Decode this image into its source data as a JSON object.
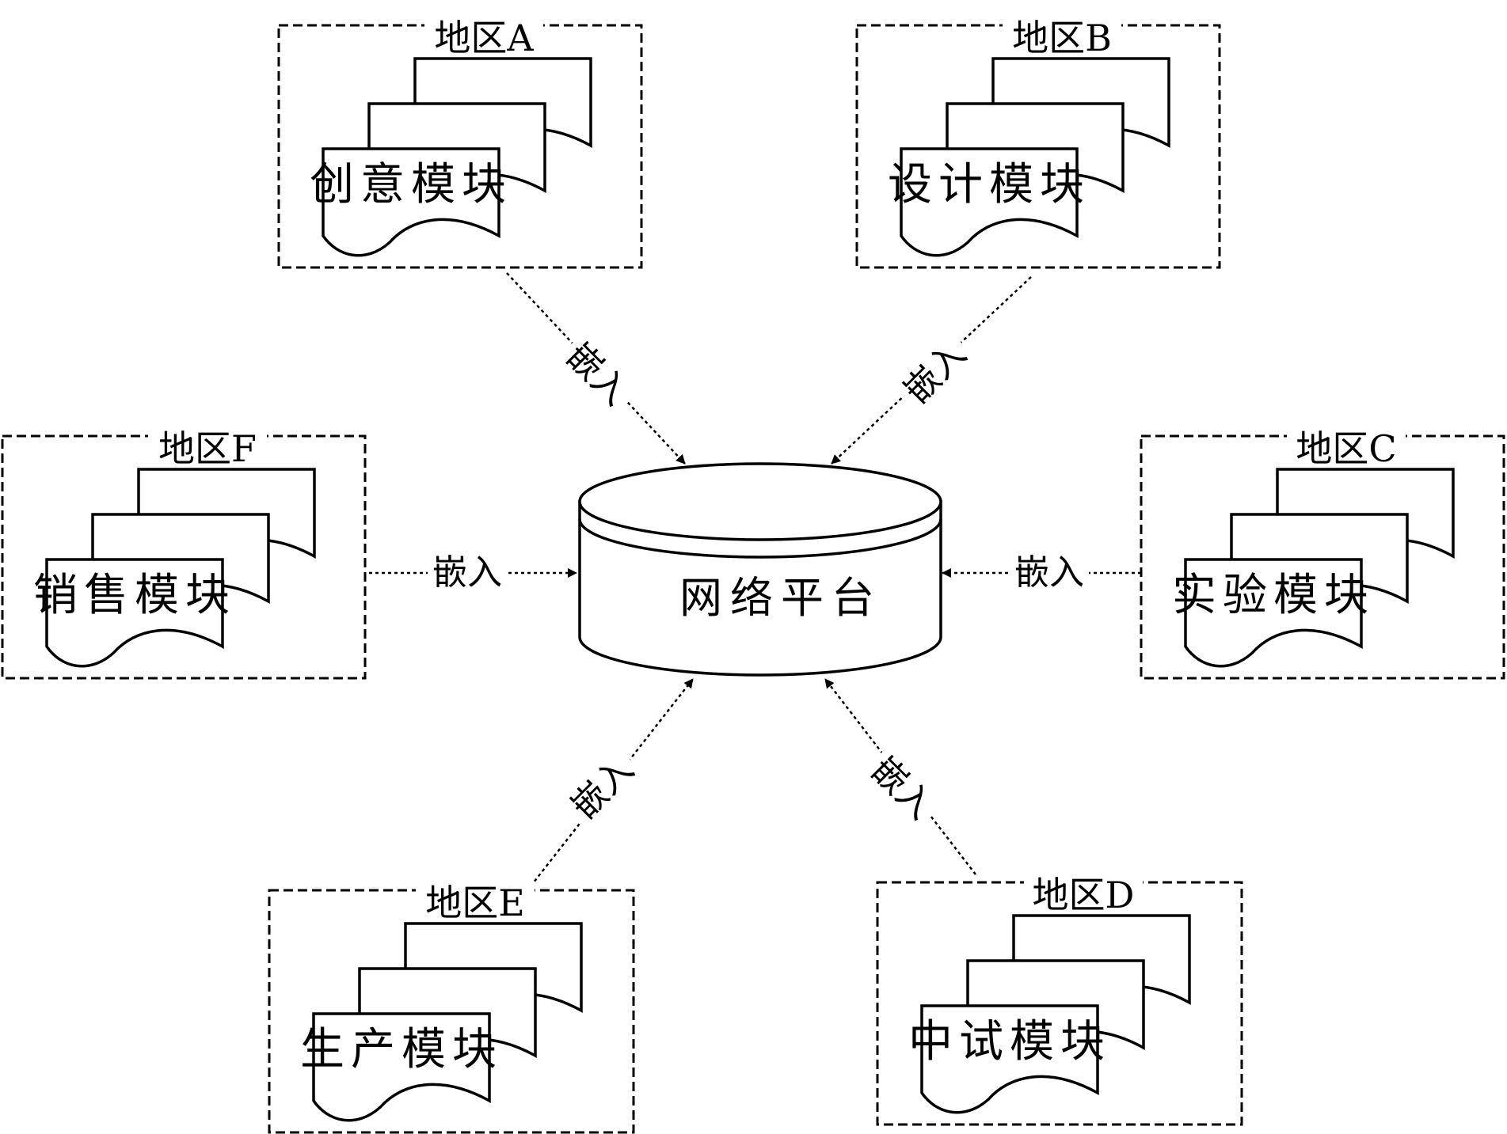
{
  "platform": {
    "label": "网络平台"
  },
  "regions": [
    {
      "id": "A",
      "title": "地区A",
      "module": "创意模块",
      "edge_label": "嵌入"
    },
    {
      "id": "B",
      "title": "地区B",
      "module": "设计模块",
      "edge_label": "嵌入"
    },
    {
      "id": "C",
      "title": "地区C",
      "module": "实验模块",
      "edge_label": "嵌入"
    },
    {
      "id": "D",
      "title": "地区D",
      "module": "中试模块",
      "edge_label": "嵌入"
    },
    {
      "id": "E",
      "title": "地区E",
      "module": "生产模块",
      "edge_label": "嵌入"
    },
    {
      "id": "F",
      "title": "地区F",
      "module": "销售模块",
      "edge_label": "嵌入"
    }
  ]
}
